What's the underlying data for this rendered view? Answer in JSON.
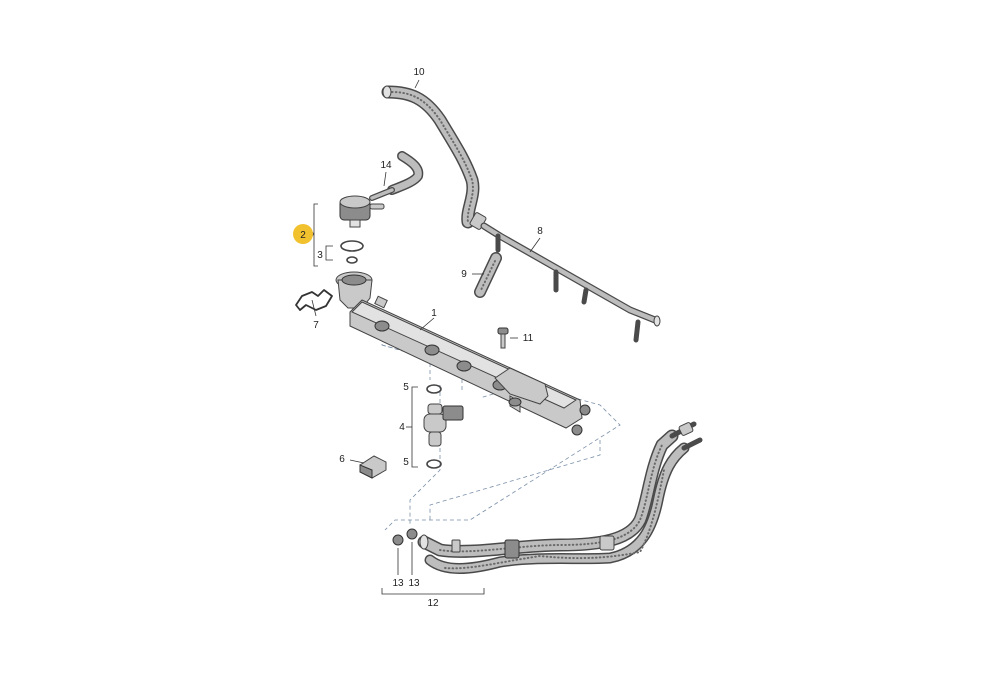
{
  "callouts": [
    {
      "id": "callout-1",
      "text": "1"
    },
    {
      "id": "callout-2",
      "text": "2"
    },
    {
      "id": "callout-3",
      "text": "3"
    },
    {
      "id": "callout-4",
      "text": "4"
    },
    {
      "id": "callout-5a",
      "text": "5"
    },
    {
      "id": "callout-5b",
      "text": "5"
    },
    {
      "id": "callout-6",
      "text": "6"
    },
    {
      "id": "callout-7",
      "text": "7"
    },
    {
      "id": "callout-8",
      "text": "8"
    },
    {
      "id": "callout-9",
      "text": "9"
    },
    {
      "id": "callout-10",
      "text": "10"
    },
    {
      "id": "callout-11",
      "text": "11"
    },
    {
      "id": "callout-12",
      "text": "12"
    },
    {
      "id": "callout-13a",
      "text": "13"
    },
    {
      "id": "callout-13b",
      "text": "13"
    },
    {
      "id": "callout-14",
      "text": "14"
    }
  ],
  "highlight_color": "#f2c12e"
}
